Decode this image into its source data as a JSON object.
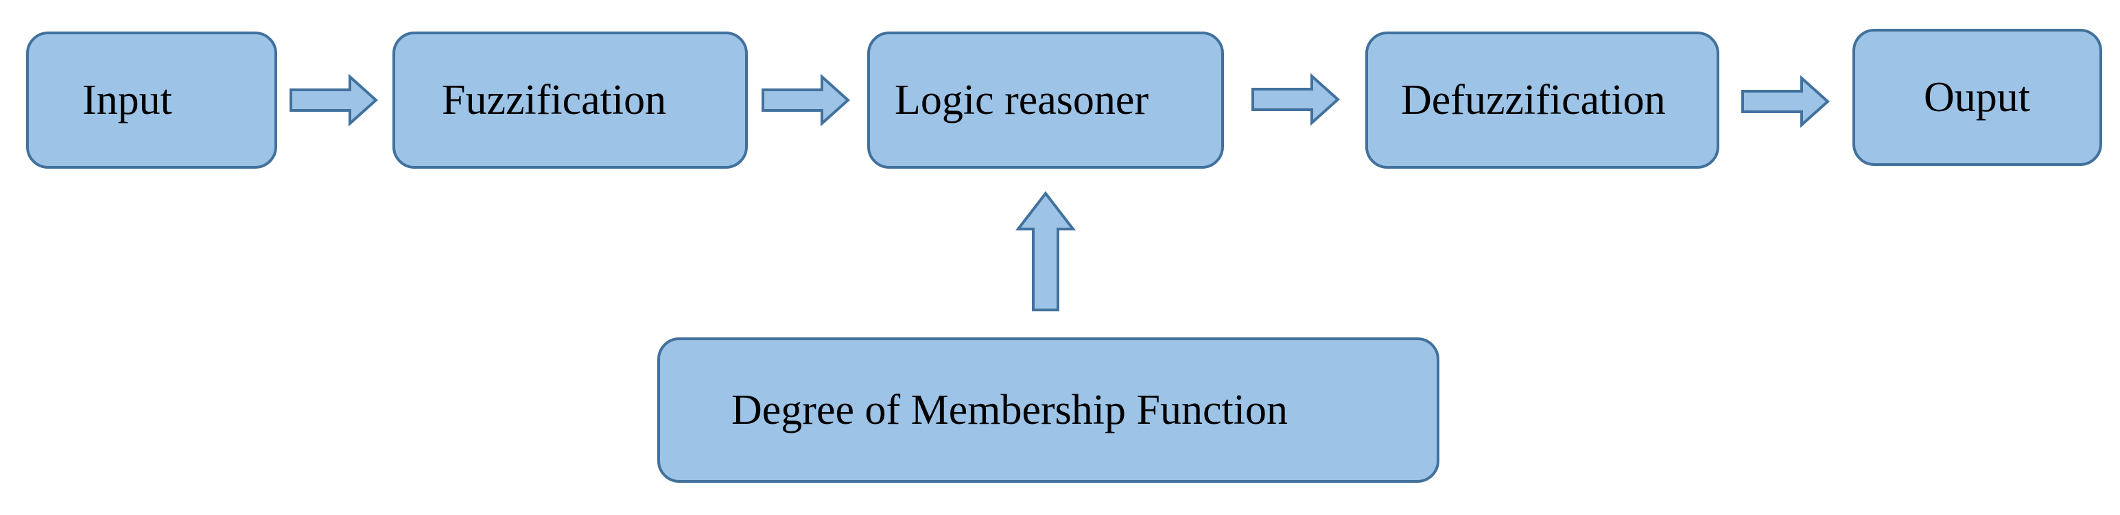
{
  "diagram": {
    "nodes": {
      "input": "Input",
      "fuzzification": "Fuzzification",
      "logic_reasoner": "Logic reasoner",
      "defuzzification": "Defuzzification",
      "output": "Ouput",
      "membership": "Degree of Membership Function"
    },
    "edges": [
      {
        "from": "input",
        "to": "fuzzification"
      },
      {
        "from": "fuzzification",
        "to": "logic_reasoner"
      },
      {
        "from": "logic_reasoner",
        "to": "defuzzification"
      },
      {
        "from": "defuzzification",
        "to": "output"
      },
      {
        "from": "membership",
        "to": "logic_reasoner"
      }
    ],
    "colors": {
      "box_fill": "#9dc3e6",
      "box_border": "#41719c",
      "arrow_fill": "#9dc3e6",
      "arrow_border": "#41719c"
    }
  }
}
